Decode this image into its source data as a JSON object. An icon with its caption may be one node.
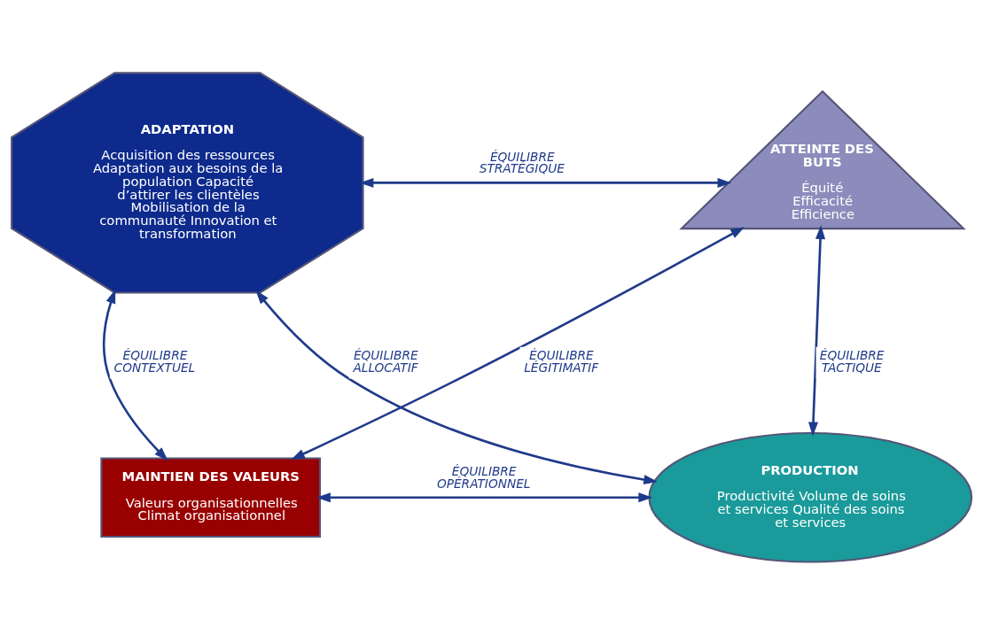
{
  "diagram": {
    "nodes": [
      {
        "text": [
          "ADAPTATION",
          "Acquisition des ressources Adaptation aux besoins de la population Capacité d’attirer les clientèles Mobilisation de la communauté Innovation et transformation"
        ]
      },
      {
        "text": [
          "ATTEINTE DES BUTS",
          "Équité Efficacité Efficience"
        ]
      },
      {
        "text": [
          "MAINTIEN DES VALEURS",
          "Valeurs organisationnelles Climat organisationnel"
        ]
      },
      {
        "text": [
          "PRODUCTION",
          "Productivité Volume de soins et services Qualité des soins et services"
        ]
      }
    ],
    "edges": [
      {
        "from": 0,
        "to": 1,
        "arrow": "both",
        "label": "ÉQUILIBRE STRATÉGIQUE"
      },
      {
        "from": 0,
        "to": 3,
        "arrow": "both",
        "label": "ÉQUILIBRE ALLOCATIF"
      },
      {
        "from": 0,
        "to": 2,
        "arrow": "both",
        "label": "ÉQUILIBRE CONTEXTUEL"
      },
      {
        "from": 1,
        "to": 2,
        "arrow": "both",
        "label": "ÉQUILIBRE LÉGITIMATIF"
      },
      {
        "from": 1,
        "to": 3,
        "arrow": "both",
        "label": "ÉQUILIBRE TACTIQUE"
      },
      {
        "from": 2,
        "to": 3,
        "arrow": "both",
        "label": "ÉQUILIBRE OPÉRATIONNEL"
      }
    ]
  }
}
